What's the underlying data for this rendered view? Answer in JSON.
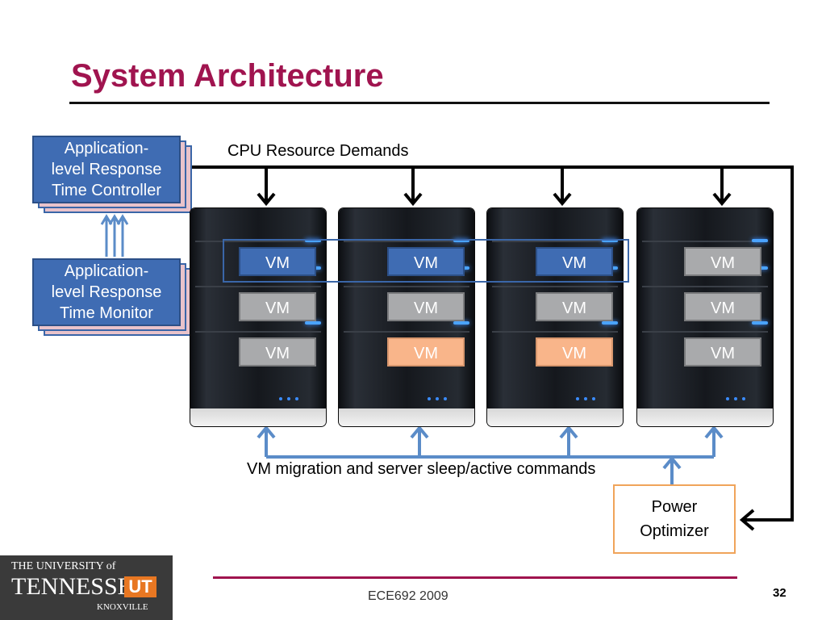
{
  "slide": {
    "title": "System Architecture",
    "page_number": "32",
    "footer": "ECE692   2009"
  },
  "controller": {
    "label_line1": "Application-",
    "label_line2": "level Response",
    "label_line3": "Time Controller"
  },
  "monitor": {
    "label_line1": "Application-",
    "label_line2": "level Response",
    "label_line3": "Time Monitor"
  },
  "labels": {
    "cpu_demands": "CPU Resource Demands",
    "migration": "VM migration and server sleep/active commands"
  },
  "power_optimizer": {
    "line1": "Power",
    "line2": "Optimizer"
  },
  "servers": [
    {
      "vms": [
        {
          "label": "VM",
          "color": "blue"
        },
        {
          "label": "VM",
          "color": "gray"
        },
        {
          "label": "VM",
          "color": "gray"
        }
      ]
    },
    {
      "vms": [
        {
          "label": "VM",
          "color": "blue"
        },
        {
          "label": "VM",
          "color": "gray"
        },
        {
          "label": "VM",
          "color": "orange"
        }
      ]
    },
    {
      "vms": [
        {
          "label": "VM",
          "color": "blue"
        },
        {
          "label": "VM",
          "color": "gray"
        },
        {
          "label": "VM",
          "color": "orange"
        }
      ]
    },
    {
      "vms": [
        {
          "label": "VM",
          "color": "gray"
        },
        {
          "label": "VM",
          "color": "gray"
        },
        {
          "label": "VM",
          "color": "gray"
        }
      ]
    }
  ],
  "logo": {
    "line1": "THE UNIVERSITY of",
    "line2": "TENNESSEE",
    "mark": "UT",
    "line3": "KNOXVILLE"
  },
  "colors": {
    "title": "#a0144f",
    "box_blue": "#3f6cb3",
    "vm_gray": "#a9aaac",
    "vm_orange": "#f9b58a",
    "arrow_blue": "#5b8cc8",
    "power_border": "#f0a45a"
  }
}
